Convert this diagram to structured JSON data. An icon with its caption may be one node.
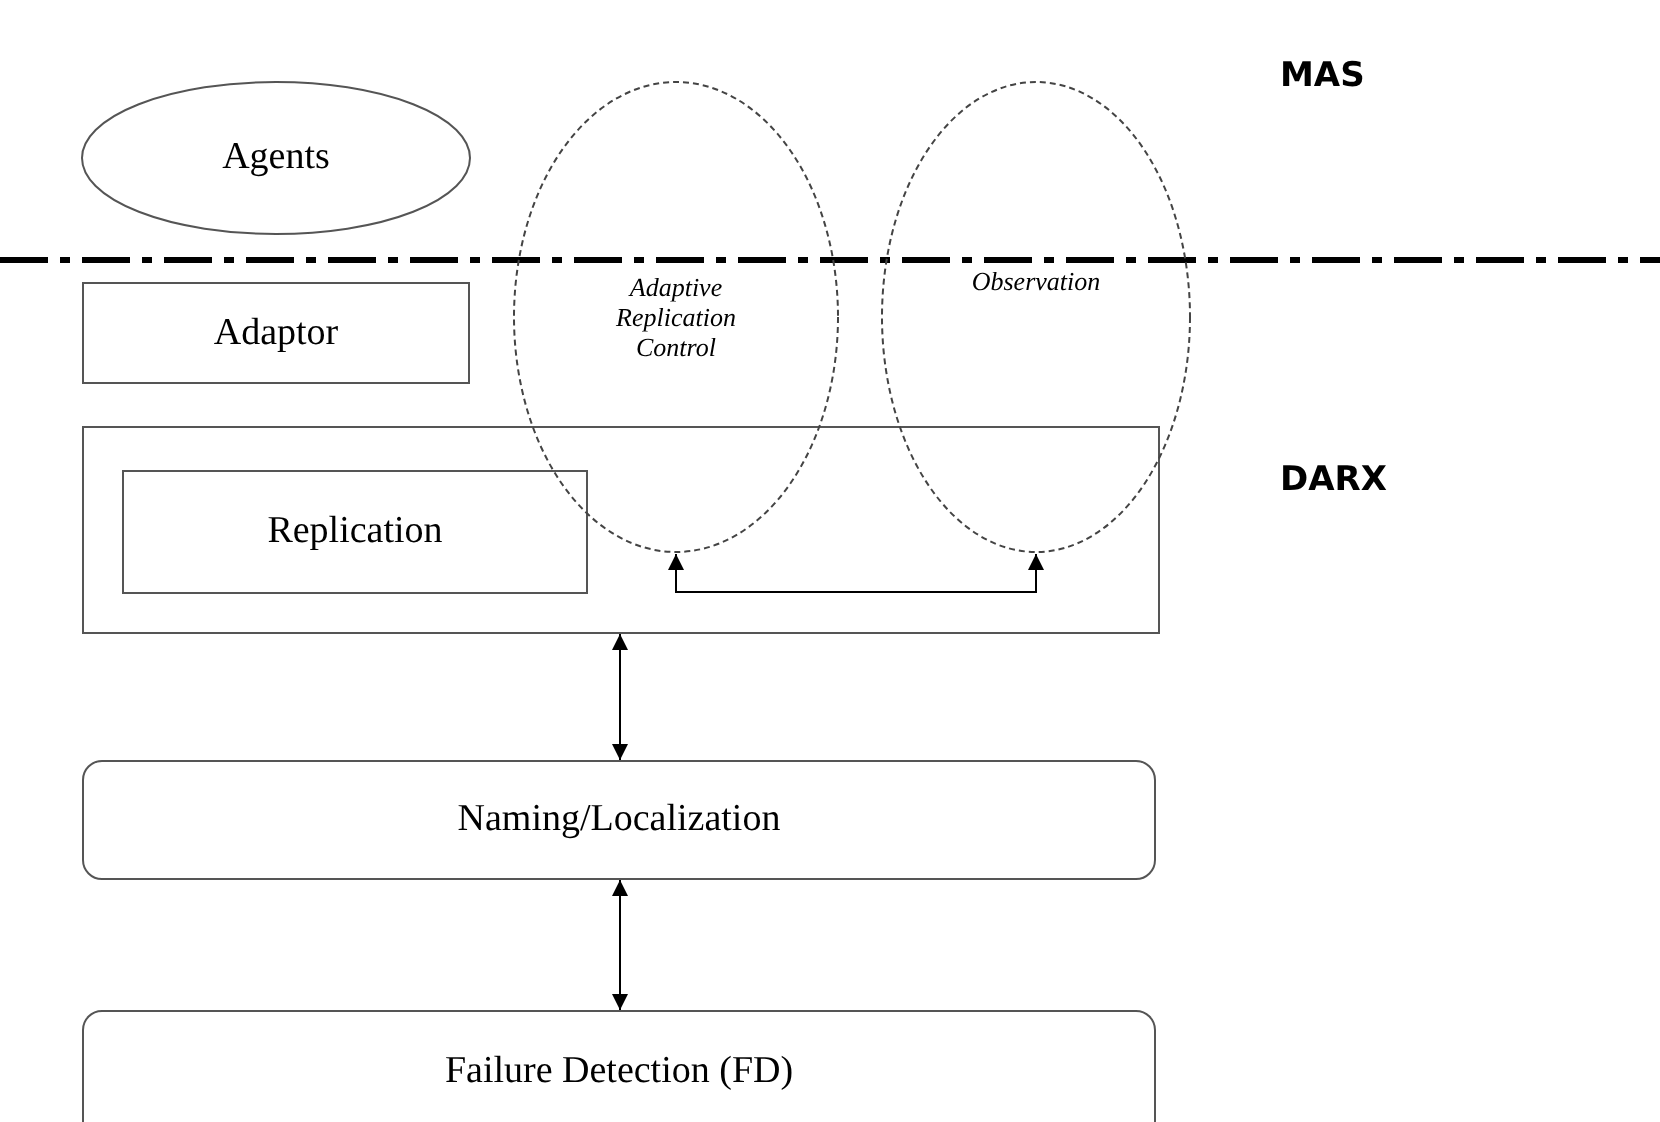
{
  "diagram": {
    "nodes": [
      {
        "text": [
          "Agents"
        ]
      },
      {
        "text": [
          "Adaptor"
        ]
      },
      {
        "text": [],
        "shape": "box"
      },
      {
        "text": [
          "Replication"
        ],
        "in": 2
      },
      {
        "text": [
          "Adaptive Replication Control"
        ]
      },
      {
        "text": [
          "Observation"
        ]
      },
      {
        "text": [
          "Naming/Localization"
        ]
      },
      {
        "text": [
          "Failure Detection (FD)"
        ]
      }
    ],
    "edges": [
      {
        "from": 4,
        "to": 5,
        "arrow": "both"
      },
      {
        "from": 2,
        "to": 6,
        "arrow": "both"
      },
      {
        "from": 6,
        "to": 7,
        "arrow": "both"
      }
    ],
    "labels": [
      "MAS",
      "DARX"
    ]
  }
}
